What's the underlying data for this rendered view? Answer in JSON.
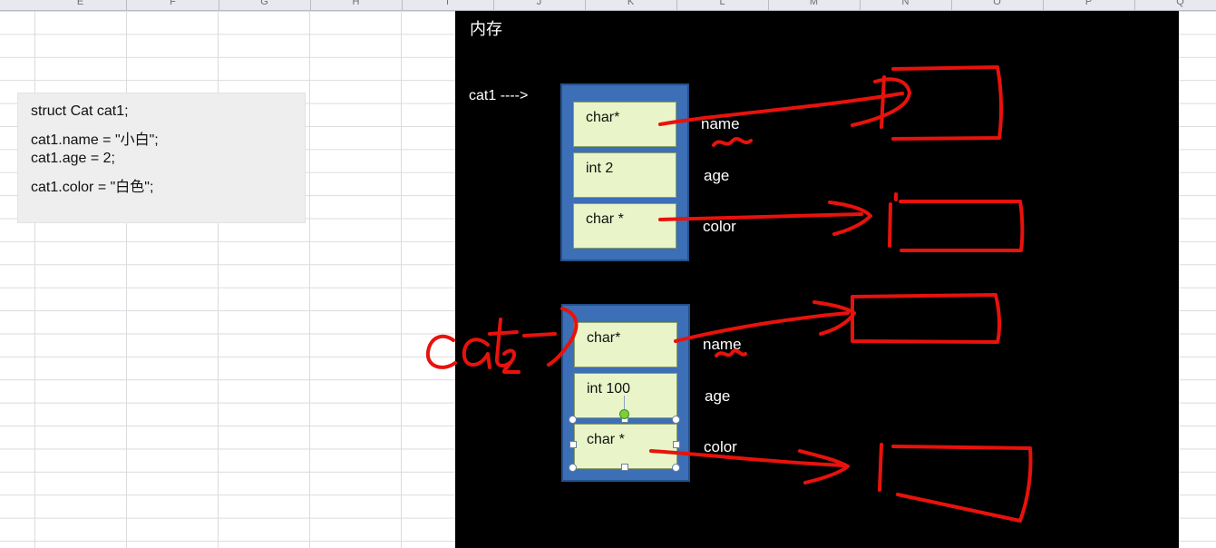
{
  "columns": [
    "E",
    "F",
    "G",
    "H",
    "I",
    "J",
    "K",
    "L",
    "M",
    "N",
    "O",
    "P",
    "Q"
  ],
  "code_box": {
    "lines": [
      "struct Cat cat1;",
      "cat1.name = \"小白\";",
      "cat1.age = 2;",
      "cat1.color = \"白色\";"
    ]
  },
  "memory_panel": {
    "title": "内存",
    "cat1_pointer_label": "cat1 ---->",
    "struct1": {
      "fields": [
        "char*",
        "int 2",
        "char *"
      ],
      "labels": [
        "name",
        "age",
        "color"
      ]
    },
    "struct2": {
      "fields": [
        "char*",
        "int 100",
        "char *"
      ],
      "labels": [
        "name",
        "age",
        "color"
      ]
    },
    "handwritten_label": "cat2"
  },
  "colors": {
    "panel_bg": "#000000",
    "struct_blue": "#3c6fb5",
    "field_green": "#e9f5c8",
    "ink_red": "#e8120c"
  }
}
